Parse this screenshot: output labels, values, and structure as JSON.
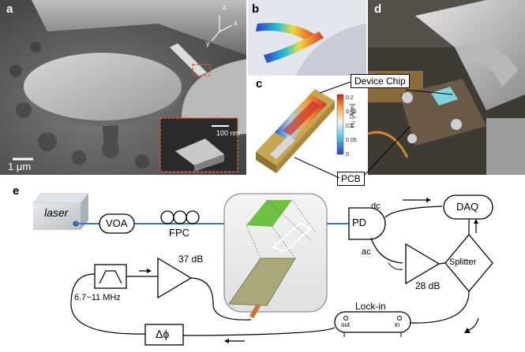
{
  "panels": {
    "a": {
      "label": "a",
      "scale_label": "1 μm",
      "inset_scale_label": "100 nm",
      "axes": {
        "x": "x",
        "y": "y",
        "z": "z"
      }
    },
    "b": {
      "label": "b"
    },
    "c": {
      "label": "c",
      "colorbar_title": "H₂ (A/m)",
      "colorbar_ticks": [
        "0.2",
        "0.15",
        "0.1",
        "0.05",
        "0"
      ],
      "callout_device": "Device Chip",
      "callout_pcb": "PCB"
    },
    "d": {
      "label": "d"
    },
    "e": {
      "label": "e",
      "laser": "laser",
      "voa": "VOA",
      "fpc": "FPC",
      "pd": "PD",
      "dc": "dc",
      "ac": "ac",
      "daq": "DAQ",
      "splitter": "Splitter",
      "amp1_gain": "37 dB",
      "amp2_gain": "28 dB",
      "filter_range": "6.7~11 MHz",
      "lockin": "Lock-in",
      "lockin_out": "out",
      "lockin_in": "in",
      "phase": "Δϕ"
    }
  },
  "colors": {
    "fiber": "#2a7fd1",
    "green_chip": "#6ec040",
    "pcb": "#9b9b6a",
    "inset_border": "#e8582a"
  }
}
